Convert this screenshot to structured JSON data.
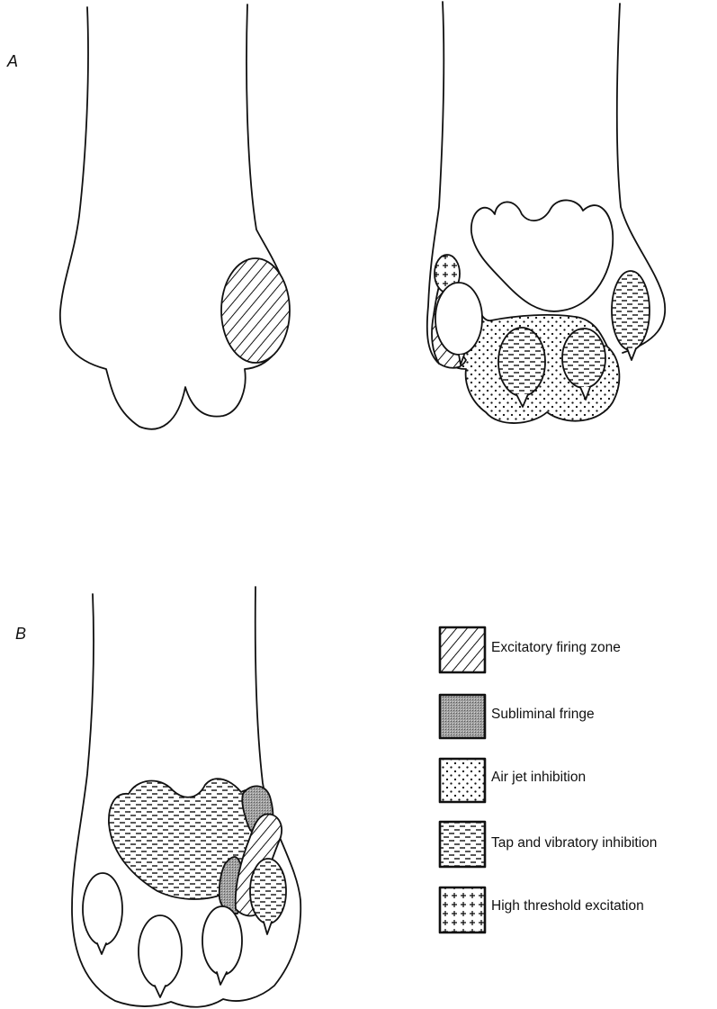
{
  "panels": [
    {
      "label": "A"
    },
    {
      "label": "B"
    }
  ],
  "legend": [
    {
      "label": "Excitatory firing zone",
      "pattern": "diagonal-hatch"
    },
    {
      "label": "Subliminal fringe",
      "pattern": "dense-stipple"
    },
    {
      "label": "Air jet inhibition",
      "pattern": "dots"
    },
    {
      "label": "Tap and vibratory inhibition",
      "pattern": "dashes"
    },
    {
      "label": "High threshold excitation",
      "pattern": "crosses"
    }
  ],
  "colors": {
    "ink": "#111111",
    "paper": "#ffffff",
    "stipple": "#9a9a9a"
  }
}
